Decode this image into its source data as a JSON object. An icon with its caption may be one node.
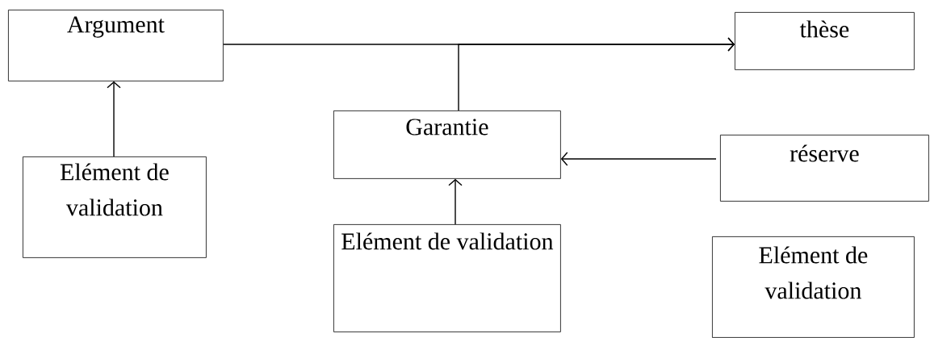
{
  "diagram": {
    "nodes": [
      {
        "text": [
          "Argument"
        ]
      },
      {
        "text": [
          "thèse"
        ]
      },
      {
        "text": [
          "Garantie"
        ]
      },
      {
        "text": [
          "Elément de validation"
        ]
      },
      {
        "text": [
          "réserve"
        ]
      },
      {
        "text": [
          "Elément de validation"
        ]
      },
      {
        "text": [
          "Elément de validation"
        ]
      }
    ],
    "edges": [
      {
        "from": 0,
        "to": 1,
        "arrow": "to"
      },
      {
        "from": 2,
        "to": 1,
        "arrow": "to"
      },
      {
        "from": 3,
        "to": 0,
        "arrow": "to"
      },
      {
        "from": 4,
        "to": 2,
        "arrow": "to"
      },
      {
        "from": 5,
        "to": 2,
        "arrow": "to"
      }
    ]
  }
}
